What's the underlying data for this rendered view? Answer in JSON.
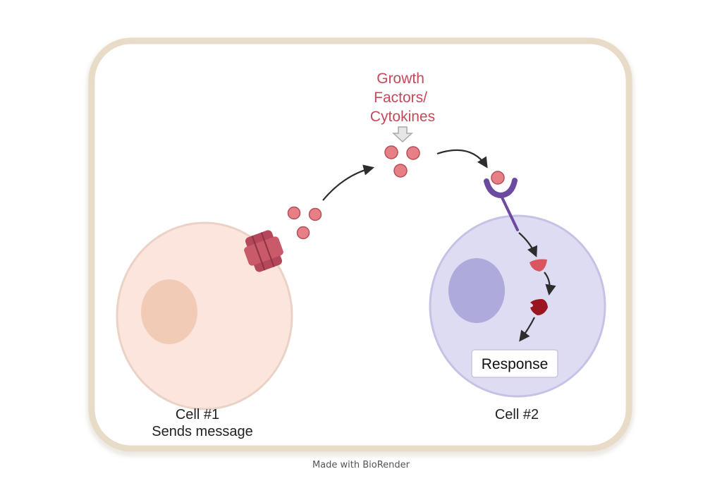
{
  "diagram": {
    "growth_factor_label": [
      "Growth",
      "Factors/",
      "Cytokines"
    ],
    "cell1_title": "Cell #1",
    "cell1_subtitle": "Sends message",
    "cell2_title": "Cell #2",
    "response_label": "Response",
    "credit": "Made with BioRender",
    "colors": {
      "frame_border": "#e8dcc9",
      "cell1_fill": "#fbe5dc",
      "cell1_stroke": "#ead2c6",
      "cell1_nucleus": "#f2cbb7",
      "cell2_fill": "#dedcf3",
      "cell2_stroke": "#c6c2e6",
      "cell2_nucleus": "#aeaadb",
      "ligand": "#e77f87",
      "ligand_stroke": "#b64e58",
      "channel": "#b4485a",
      "receptor": "#6c4aa0",
      "label_red": "#c24a5a",
      "arrow": "#2d2d2d"
    }
  }
}
